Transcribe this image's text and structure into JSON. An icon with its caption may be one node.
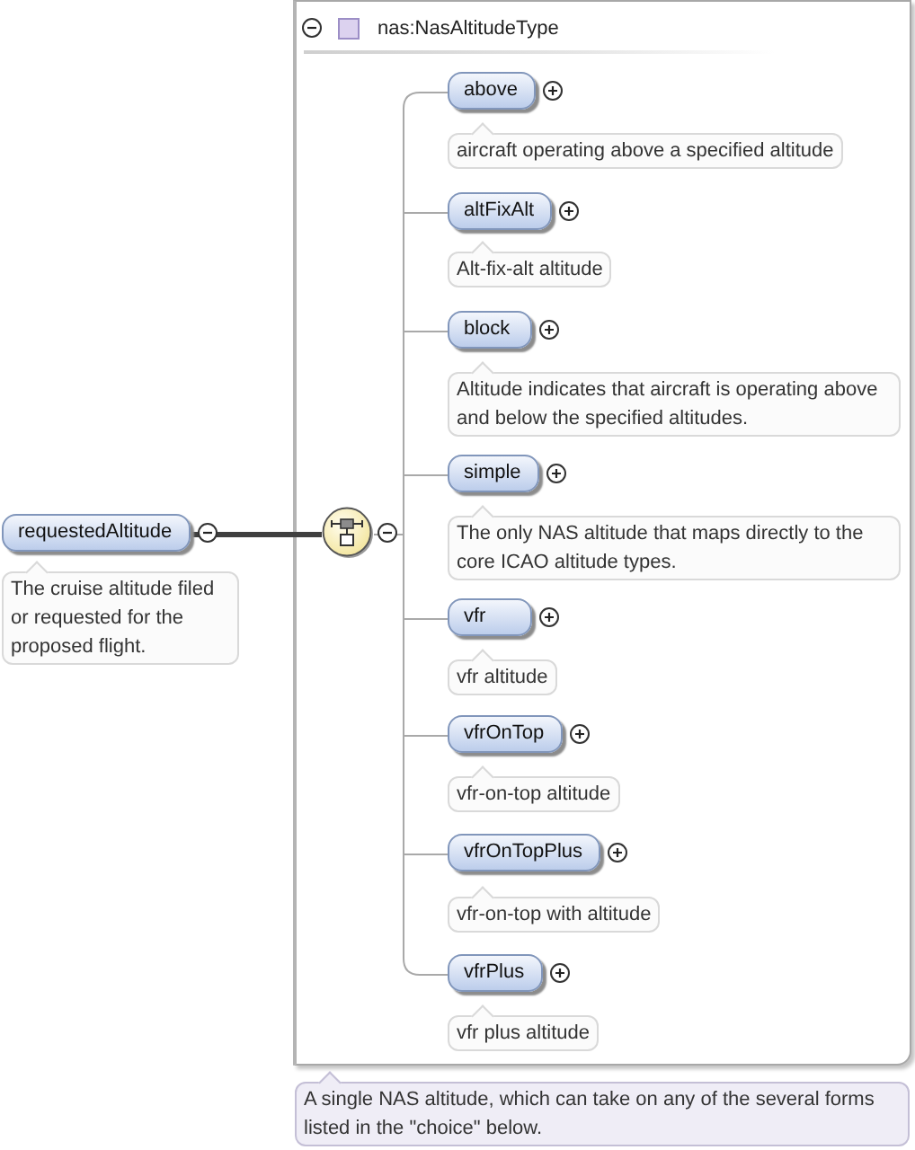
{
  "diagram": {
    "nodes": [
      {
        "text": [
          "requestedAltitude"
        ]
      },
      {
        "text": [
          "The cruise altitude filed or requested for the proposed flight."
        ]
      },
      {
        "text": [
          "nas:NasAltitudeType"
        ]
      },
      {
        "text": [],
        "shape": "circle",
        "in": 2
      },
      {
        "text": [
          "above"
        ],
        "in": 2
      },
      {
        "text": [
          "aircraft operating above a specified altitude"
        ],
        "in": 2
      },
      {
        "text": [
          "altFixAlt"
        ],
        "in": 2
      },
      {
        "text": [
          "Alt-fix-alt altitude"
        ],
        "in": 2
      },
      {
        "text": [
          "block"
        ],
        "in": 2
      },
      {
        "text": [
          "Altitude indicates that aircraft is operating above and below the specified altitudes."
        ],
        "in": 2
      },
      {
        "text": [
          "simple"
        ],
        "in": 2
      },
      {
        "text": [
          "The only NAS altitude that maps directly to the core ICAO altitude types."
        ],
        "in": 2
      },
      {
        "text": [
          "vfr"
        ],
        "in": 2
      },
      {
        "text": [
          "vfr altitude"
        ],
        "in": 2
      },
      {
        "text": [
          "vfrOnTop"
        ],
        "in": 2
      },
      {
        "text": [
          "vfr-on-top altitude"
        ],
        "in": 2
      },
      {
        "text": [
          "vfrOnTopPlus"
        ],
        "in": 2
      },
      {
        "text": [
          "vfr-on-top with altitude"
        ],
        "in": 2
      },
      {
        "text": [
          "vfrPlus"
        ],
        "in": 2
      },
      {
        "text": [
          "vfr plus altitude"
        ],
        "in": 2
      },
      {
        "text": [
          "A single NAS altitude, which can take on any of the several forms listed in the \"choice\" below."
        ]
      }
    ],
    "edges": [
      {
        "from": 0,
        "to": 3,
        "arrow": "none",
        "style": "thick",
        "color": "#404040"
      },
      {
        "from": 3,
        "to": 4,
        "arrow": "none"
      },
      {
        "from": 3,
        "to": 6,
        "arrow": "none"
      },
      {
        "from": 3,
        "to": 8,
        "arrow": "none"
      },
      {
        "from": 3,
        "to": 10,
        "arrow": "none"
      },
      {
        "from": 3,
        "to": 12,
        "arrow": "none"
      },
      {
        "from": 3,
        "to": 14,
        "arrow": "none"
      },
      {
        "from": 3,
        "to": 16,
        "arrow": "none"
      },
      {
        "from": 3,
        "to": 18,
        "arrow": "none"
      }
    ]
  }
}
